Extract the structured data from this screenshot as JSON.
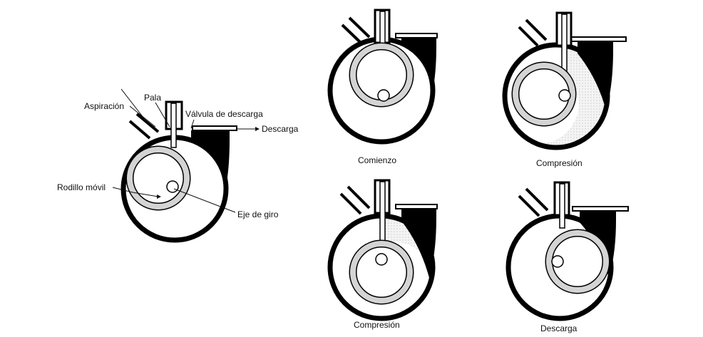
{
  "labels": {
    "aspiracion": "Aspiración",
    "pala": "Pala",
    "valvula": "Válvula de descarga",
    "descarga_out": "Descarga",
    "rodillo": "Rodillo móvil",
    "eje": "Eje de giro"
  },
  "captions": {
    "comienzo": "Comienzo",
    "compresion_1": "Compresión",
    "compresion_2": "Compresión",
    "descarga": "Descarga"
  },
  "colors": {
    "outline": "#000000",
    "ring_fill": "#d4d4d4",
    "compressed_fill": "#ececec"
  }
}
